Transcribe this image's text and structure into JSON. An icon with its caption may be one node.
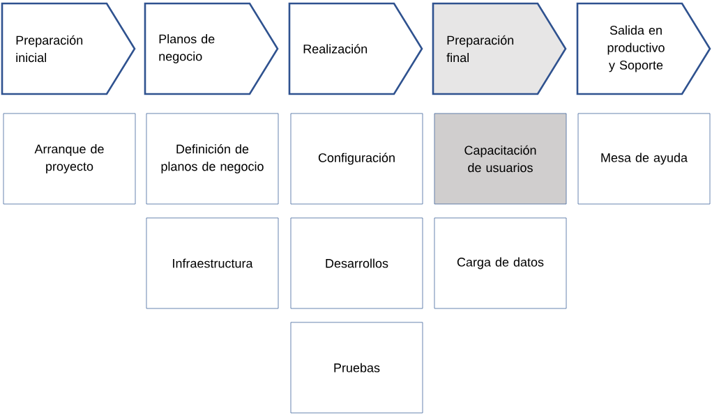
{
  "diagram": {
    "nodes": [
      {
        "text": [
          "Preparación inicial"
        ]
      },
      {
        "text": [
          "Planos de negocio"
        ]
      },
      {
        "text": [
          "Realización"
        ]
      },
      {
        "text": [
          "Preparación final"
        ]
      },
      {
        "text": [
          "Salida en productivo y Soporte"
        ]
      },
      {
        "text": [
          "Arranque de proyecto"
        ]
      },
      {
        "text": [
          "Definición de planos de negocio"
        ]
      },
      {
        "text": [
          "Configuración"
        ]
      },
      {
        "text": [
          "Capacitación de usuarios"
        ]
      },
      {
        "text": [
          "Mesa de ayuda"
        ]
      },
      {
        "text": [
          "Infraestructura"
        ]
      },
      {
        "text": [
          "Desarrollos"
        ]
      },
      {
        "text": [
          "Carga de datos"
        ]
      },
      {
        "text": [
          "Pruebas"
        ]
      }
    ]
  }
}
